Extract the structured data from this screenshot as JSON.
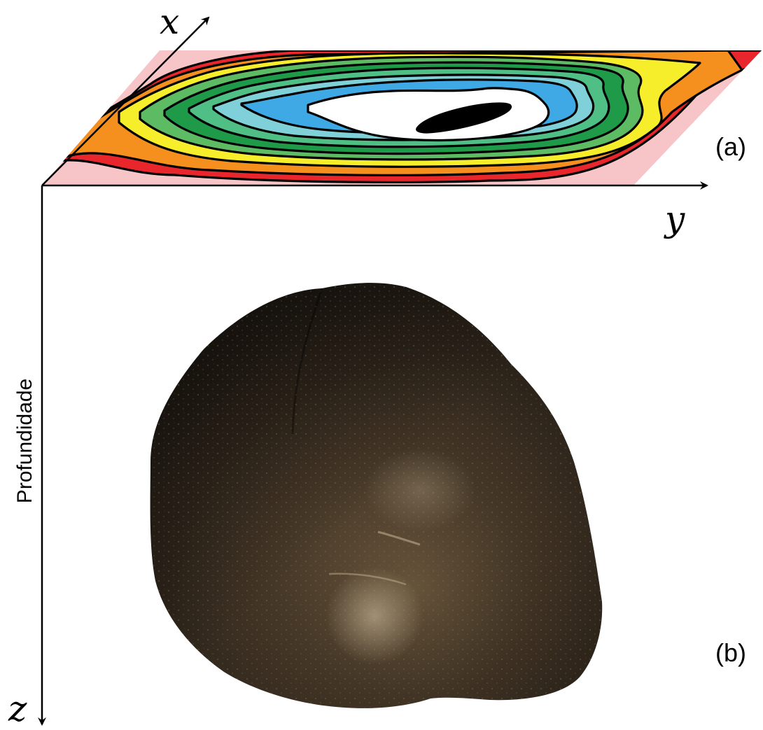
{
  "figure": {
    "panel_a": {
      "label": "(a)",
      "band_colors": [
        "#f7c5c8",
        "#e8262c",
        "#f5901e",
        "#f6ee2a",
        "#5dbb63",
        "#1f9a49",
        "#4fbf86",
        "#7fd0d8",
        "#3fa9e6",
        "#ffffff"
      ]
    },
    "panel_b": {
      "label": "(b)",
      "body_color": "#3a2f22"
    },
    "axes": {
      "x_label": "x",
      "y_label": "y",
      "z_label": "z",
      "depth_label": "Profundidade"
    }
  }
}
